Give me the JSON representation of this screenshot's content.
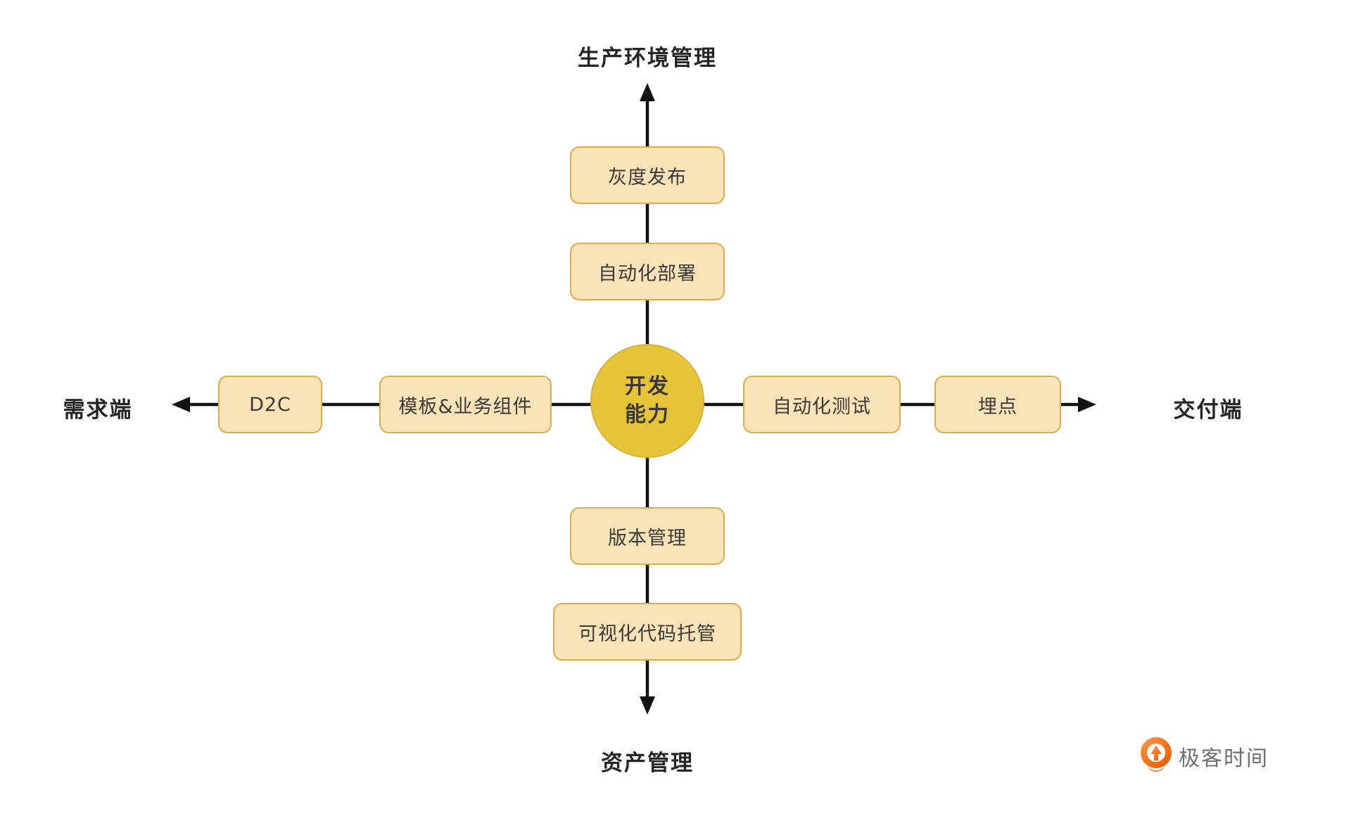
{
  "diagram": {
    "center_node": {
      "line1": "开发",
      "line2": "能力"
    },
    "axes": {
      "top": {
        "label": "生产环境管理"
      },
      "bottom": {
        "label": "资产管理"
      },
      "left": {
        "label": "需求端"
      },
      "right": {
        "label": "交付端"
      }
    },
    "nodes": {
      "top_outer": "灰度发布",
      "top_inner": "自动化部署",
      "left_outer": "D2C",
      "left_inner": "模板&业务组件",
      "right_inner": "自动化测试",
      "right_outer": "埋点",
      "bottom_inner": "版本管理",
      "bottom_outer": "可视化代码托管"
    },
    "colors": {
      "node_fill": "#FAE3B6",
      "node_border": "#DFAC4C",
      "center_fill": "#E6C437",
      "center_border": "#D8B23A",
      "axis_line": "#121212",
      "node_text": "#3A3A3A",
      "label_text": "#252525"
    },
    "icons": {
      "logo": "geektime-logo-icon"
    }
  },
  "branding": {
    "logo_text": "极客时间",
    "logo_text_color": "#6F6F6F",
    "logo_gradient_start": "#FB8F40",
    "logo_gradient_end": "#F05F00"
  }
}
